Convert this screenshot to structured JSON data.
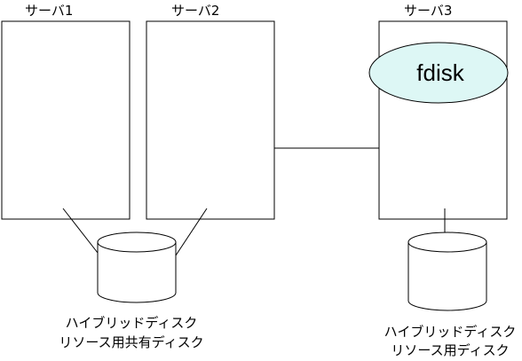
{
  "servers": [
    {
      "id": "server1",
      "label": "サーバ1"
    },
    {
      "id": "server2",
      "label": "サーバ2"
    },
    {
      "id": "server3",
      "label": "サーバ3"
    }
  ],
  "process": {
    "label": "fdisk"
  },
  "disks": [
    {
      "id": "shared",
      "label_lines": [
        "ハイブリッドディスク",
        "リソース用共有ディスク"
      ]
    },
    {
      "id": "local",
      "label_lines": [
        "ハイブリッドディスク",
        "リソース用ディスク"
      ]
    }
  ],
  "colors": {
    "stroke": "#000000",
    "background": "#ffffff",
    "process_fill": "#ddf7f5"
  }
}
